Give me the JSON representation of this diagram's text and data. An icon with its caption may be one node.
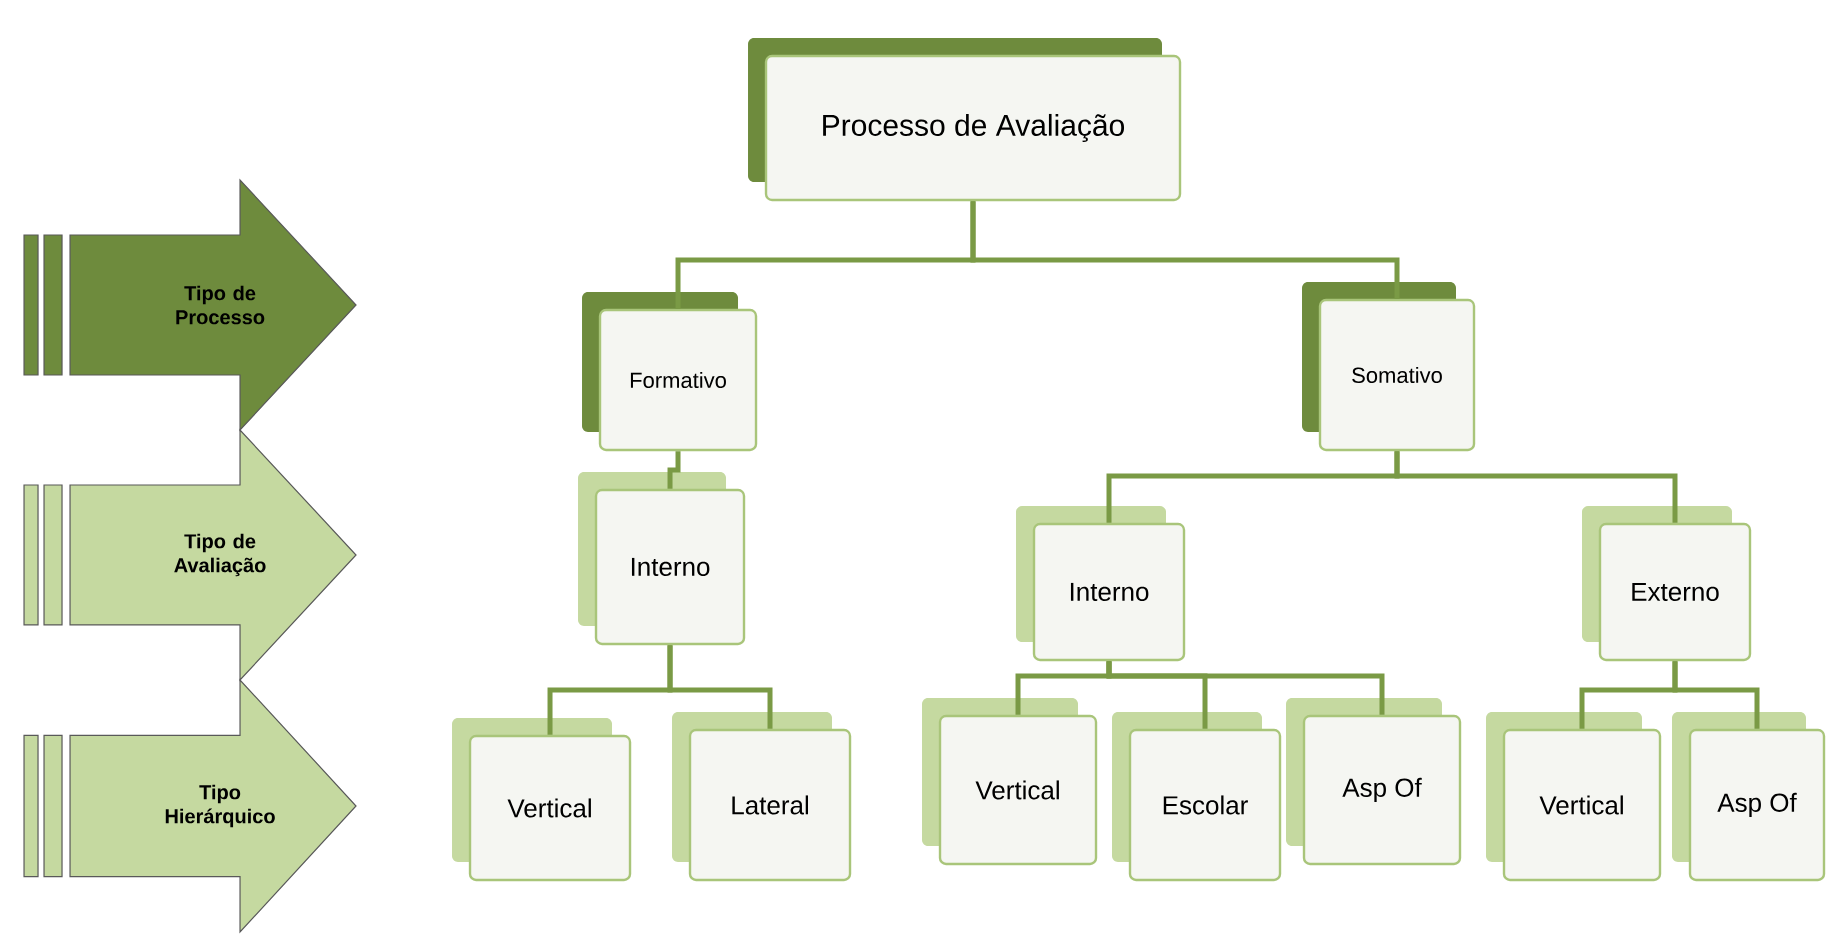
{
  "diagram": {
    "nodes": [
      {
        "text": [
          "Tipo de Processo"
        ]
      },
      {
        "text": [
          "Tipo de Avaliação"
        ]
      },
      {
        "text": [
          "Tipo Hierárquico"
        ]
      },
      {
        "text": [
          "Processo de Avaliação"
        ]
      },
      {
        "text": [
          "Formativo"
        ]
      },
      {
        "text": [
          "Somativo"
        ]
      },
      {
        "text": [
          "Interno"
        ]
      },
      {
        "text": [
          "Interno"
        ]
      },
      {
        "text": [
          "Externo"
        ]
      },
      {
        "text": [
          "Vertical"
        ]
      },
      {
        "text": [
          "Lateral"
        ]
      },
      {
        "text": [
          "Vertical"
        ]
      },
      {
        "text": [
          "Escolar"
        ]
      },
      {
        "text": [
          "Asp Of"
        ]
      },
      {
        "text": [
          "Vertical"
        ]
      },
      {
        "text": [
          "Asp Of"
        ]
      }
    ],
    "edges": [
      {
        "from": 3,
        "to": 4,
        "arrow": "none"
      },
      {
        "from": 3,
        "to": 5,
        "arrow": "none"
      },
      {
        "from": 4,
        "to": 6,
        "arrow": "none"
      },
      {
        "from": 6,
        "to": 9,
        "arrow": "none"
      },
      {
        "from": 6,
        "to": 10,
        "arrow": "none"
      },
      {
        "from": 5,
        "to": 7,
        "arrow": "none"
      },
      {
        "from": 5,
        "to": 8,
        "arrow": "none"
      },
      {
        "from": 7,
        "to": 11,
        "arrow": "none"
      },
      {
        "from": 7,
        "to": 12,
        "arrow": "none"
      },
      {
        "from": 7,
        "to": 13,
        "arrow": "none"
      },
      {
        "from": 8,
        "to": 14,
        "arrow": "none"
      },
      {
        "from": 8,
        "to": 15,
        "arrow": "none"
      }
    ]
  }
}
